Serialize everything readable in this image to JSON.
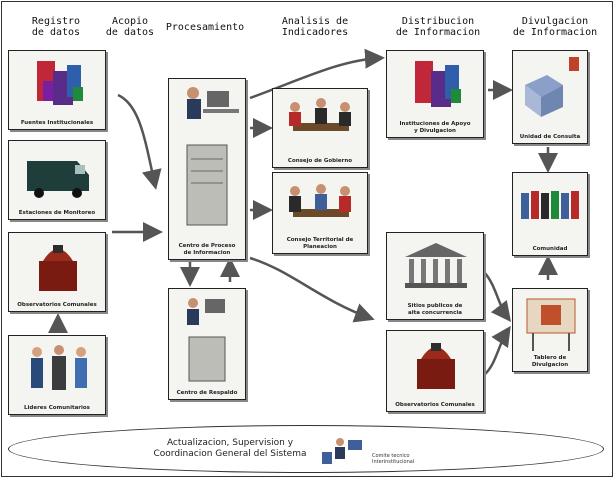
{
  "columns": [
    {
      "id": "registro",
      "title": "Registro\nde datos"
    },
    {
      "id": "acopio",
      "title": "Acopio\nde datos"
    },
    {
      "id": "procesamiento",
      "title": "Procesamiento"
    },
    {
      "id": "analisis",
      "title": "Analisis de\nIndicadores"
    },
    {
      "id": "distribucion",
      "title": "Distribucion\nde Informacion"
    },
    {
      "id": "divulgacion",
      "title": "Divulgacion\nde Informacion"
    }
  ],
  "boxes": {
    "fuentes": {
      "label": "Fuentes Institucionales"
    },
    "monitoreo": {
      "label": "Estaciones de Monitoreo"
    },
    "observatorios_left": {
      "label": "Observatorios Comunales"
    },
    "lideres": {
      "label": "Lideres Comunitarios"
    },
    "centro_proceso": {
      "label": "Centro de Proceso\nde Informacion"
    },
    "centro_respaldo": {
      "label": "Centro de Respaldo"
    },
    "consejo_gobierno": {
      "label": "Consejo de Gobierno"
    },
    "consejo_territorial": {
      "label": "Consejo Territorial de\nPlaneacion"
    },
    "instituciones": {
      "label": "Instituciones de Apoyo\ny Divulgacion"
    },
    "sitios_publicos": {
      "label": "Sitios publicos de\nalta concurrencia"
    },
    "observatorios_right": {
      "label": "Observatorios Comunales"
    },
    "unidad_consulta": {
      "label": "Unidad de Consulta"
    },
    "comunidad": {
      "label": "Comunidad"
    },
    "tablero": {
      "label": "Tablero de\nDivulgacion"
    }
  },
  "footer": {
    "text": "Actualizacion, Supervision y\nCoordinacion General del Sistema",
    "small": "Comite tecnico\nInterinstitucional"
  },
  "colors": {
    "border": "#222222",
    "arrow": "#555555",
    "box_bg": "#f4f4f1"
  }
}
